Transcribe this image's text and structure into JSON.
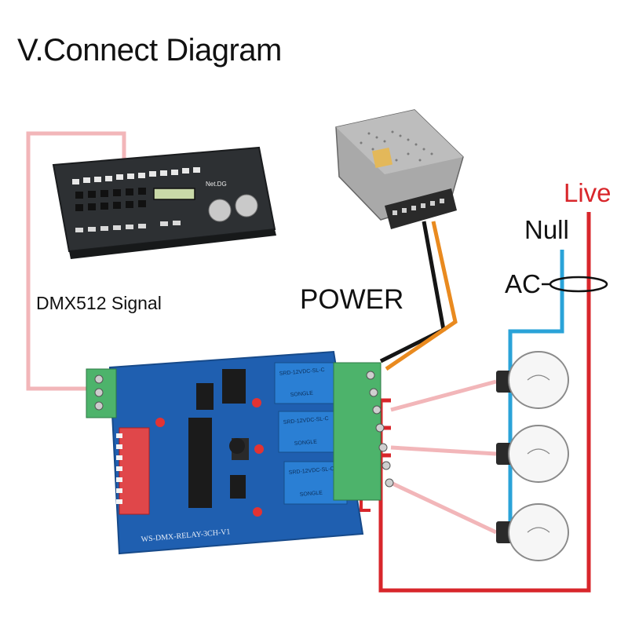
{
  "title": "V.Connect Diagram",
  "labels": {
    "dmx_signal": "DMX512 Signal",
    "power": "POWER",
    "null": "Null",
    "live": "Live",
    "ac": "AC"
  },
  "device_text": {
    "controller_brand": "Net.DG",
    "board_name": "WS-DMX-RELAY-3CH-V1",
    "relay_model": "SRD-12VDC-SL-C",
    "relay_maker": "SONGLE"
  },
  "colors": {
    "dmx_wire": "#f2b6b9",
    "lamp_wire": "#f2b6b9",
    "live_wire": "#d8262b",
    "null_wire": "#2aa3d8",
    "power_black": "#151515",
    "power_orange": "#e98a1f",
    "board_blue": "#1f5fb0",
    "terminal_green": "#4db36b"
  }
}
